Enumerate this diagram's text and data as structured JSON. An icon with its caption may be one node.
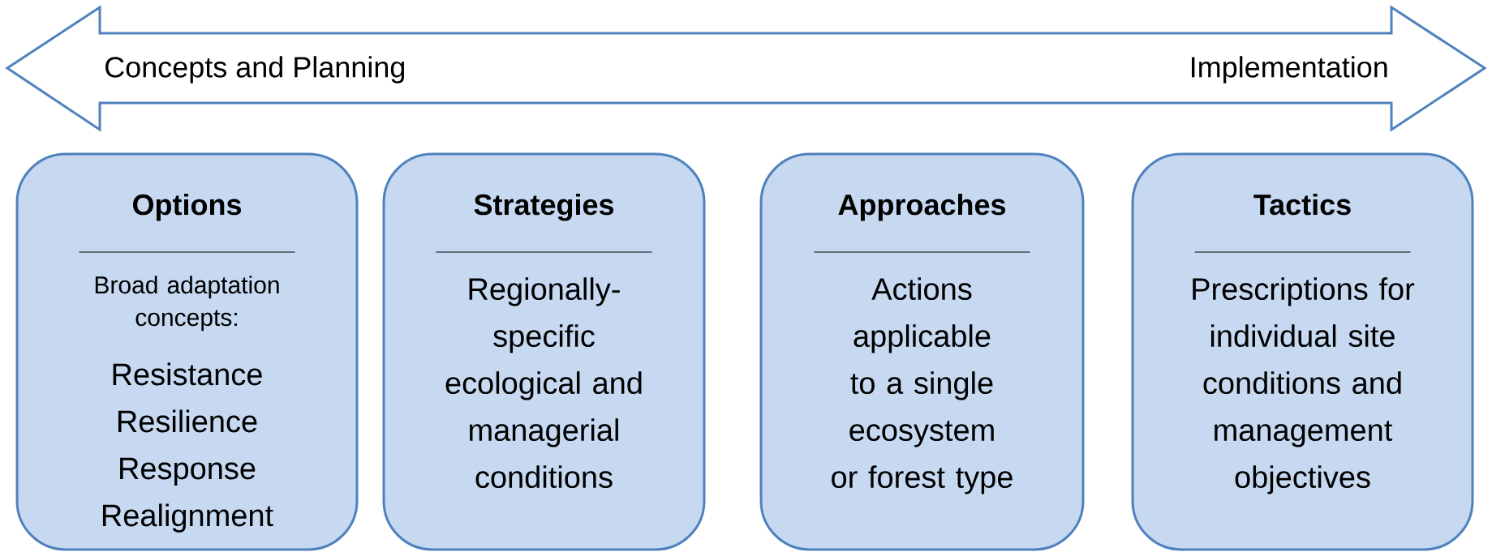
{
  "diagram": {
    "nodes": [
      {
        "text": [
          "Concepts and Planning",
          "Implementation"
        ]
      },
      {
        "text": [
          "Options",
          "Broad adaptation concepts:",
          "Resistance",
          "Resilience",
          "Response",
          "Realignment"
        ]
      },
      {
        "text": [
          "Strategies",
          "Regionally-specific ecological and managerial conditions"
        ]
      },
      {
        "text": [
          "Approaches",
          "Actions applicable to a single ecosystem or forest type"
        ]
      },
      {
        "text": [
          "Tactics",
          "Prescriptions for individual site conditions and management objectives"
        ]
      }
    ]
  }
}
